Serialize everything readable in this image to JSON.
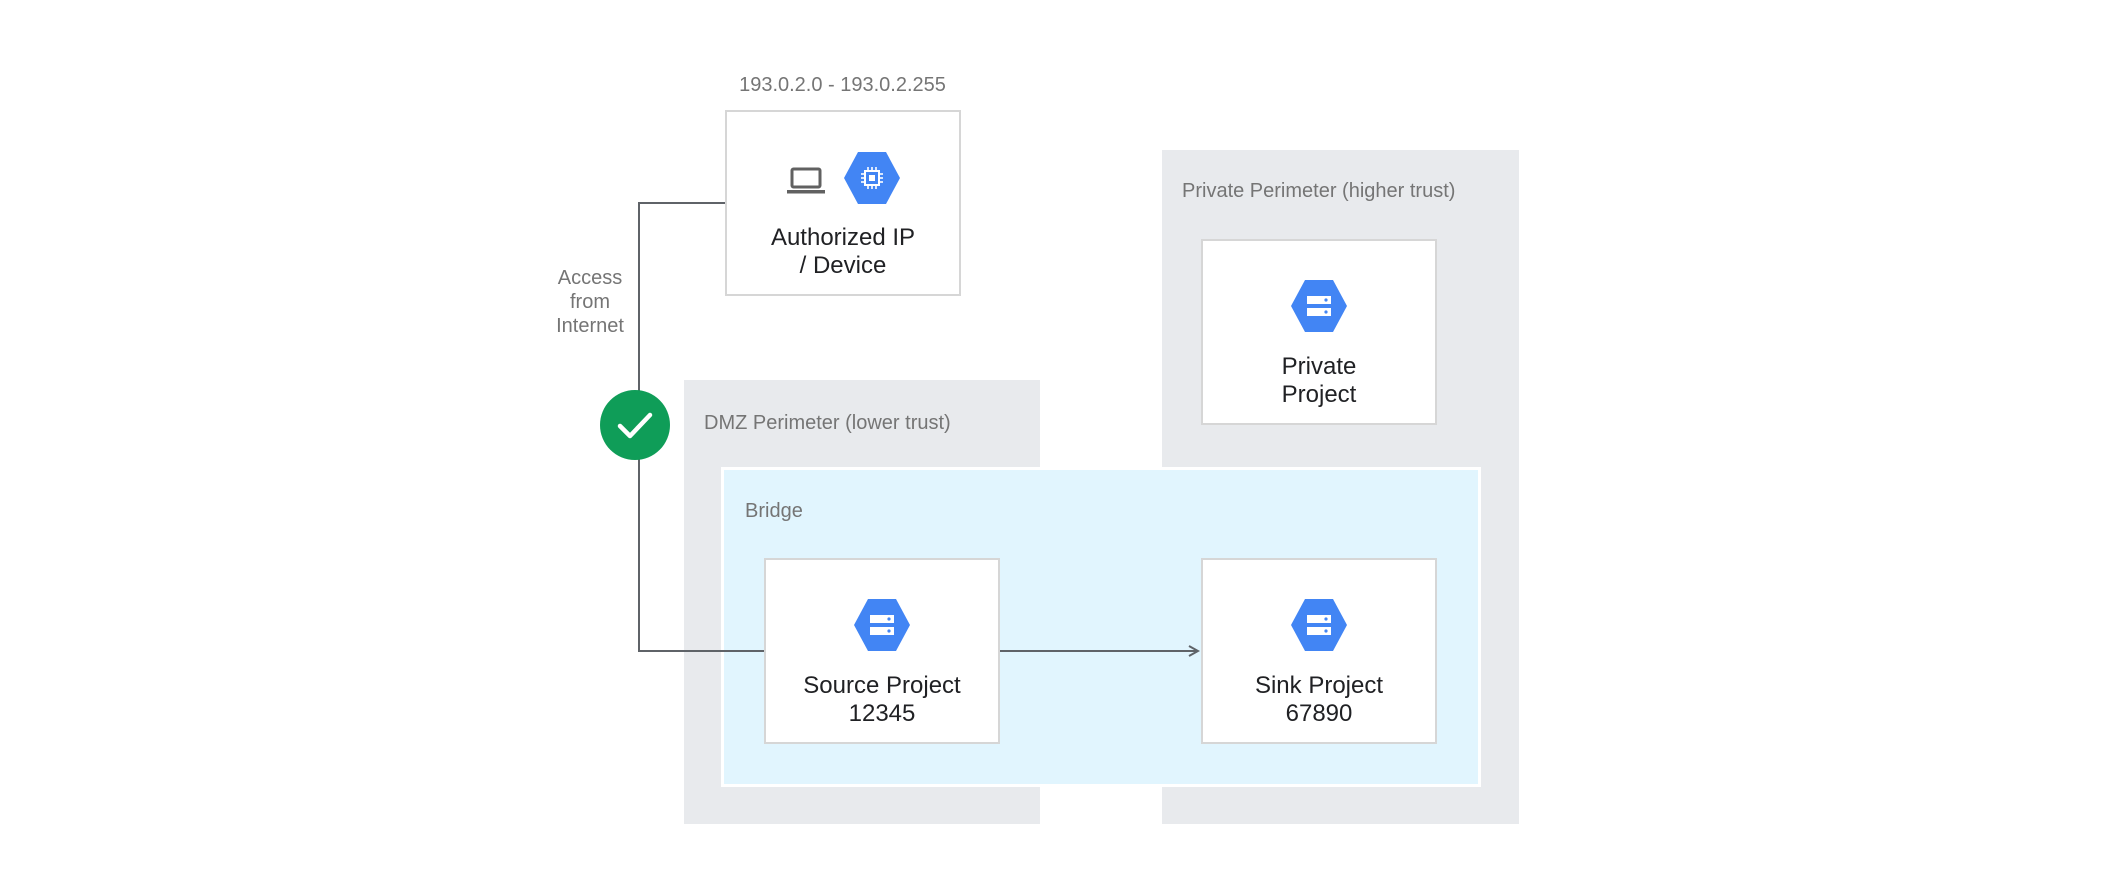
{
  "ip_range": "193.0.2.0 - 193.0.2.255",
  "authorized": {
    "line1": "Authorized IP",
    "line2": "/ Device",
    "icons": [
      "laptop-icon",
      "compute-engine-icon"
    ]
  },
  "access_note": {
    "line1": "Access",
    "line2": "from",
    "line3": "Internet"
  },
  "access_status": "allowed-check-icon",
  "dmz": {
    "label": "DMZ Perimeter (lower trust)"
  },
  "private_perimeter": {
    "label": "Private Perimeter (higher trust)"
  },
  "private_project": {
    "line1": "Private",
    "line2": "Project",
    "icon": "storage-icon"
  },
  "bridge": {
    "label": "Bridge"
  },
  "source_project": {
    "line1": "Source Project",
    "line2": "12345",
    "icon": "storage-icon"
  },
  "sink_project": {
    "line1": "Sink Project",
    "line2": "67890",
    "icon": "storage-icon"
  },
  "colors": {
    "perimeter": "#e8eaed",
    "bridge": "#e1f5fe",
    "gcp_blue": "#4285f4",
    "check_green": "#0f9d58",
    "connector": "#5f6368"
  }
}
